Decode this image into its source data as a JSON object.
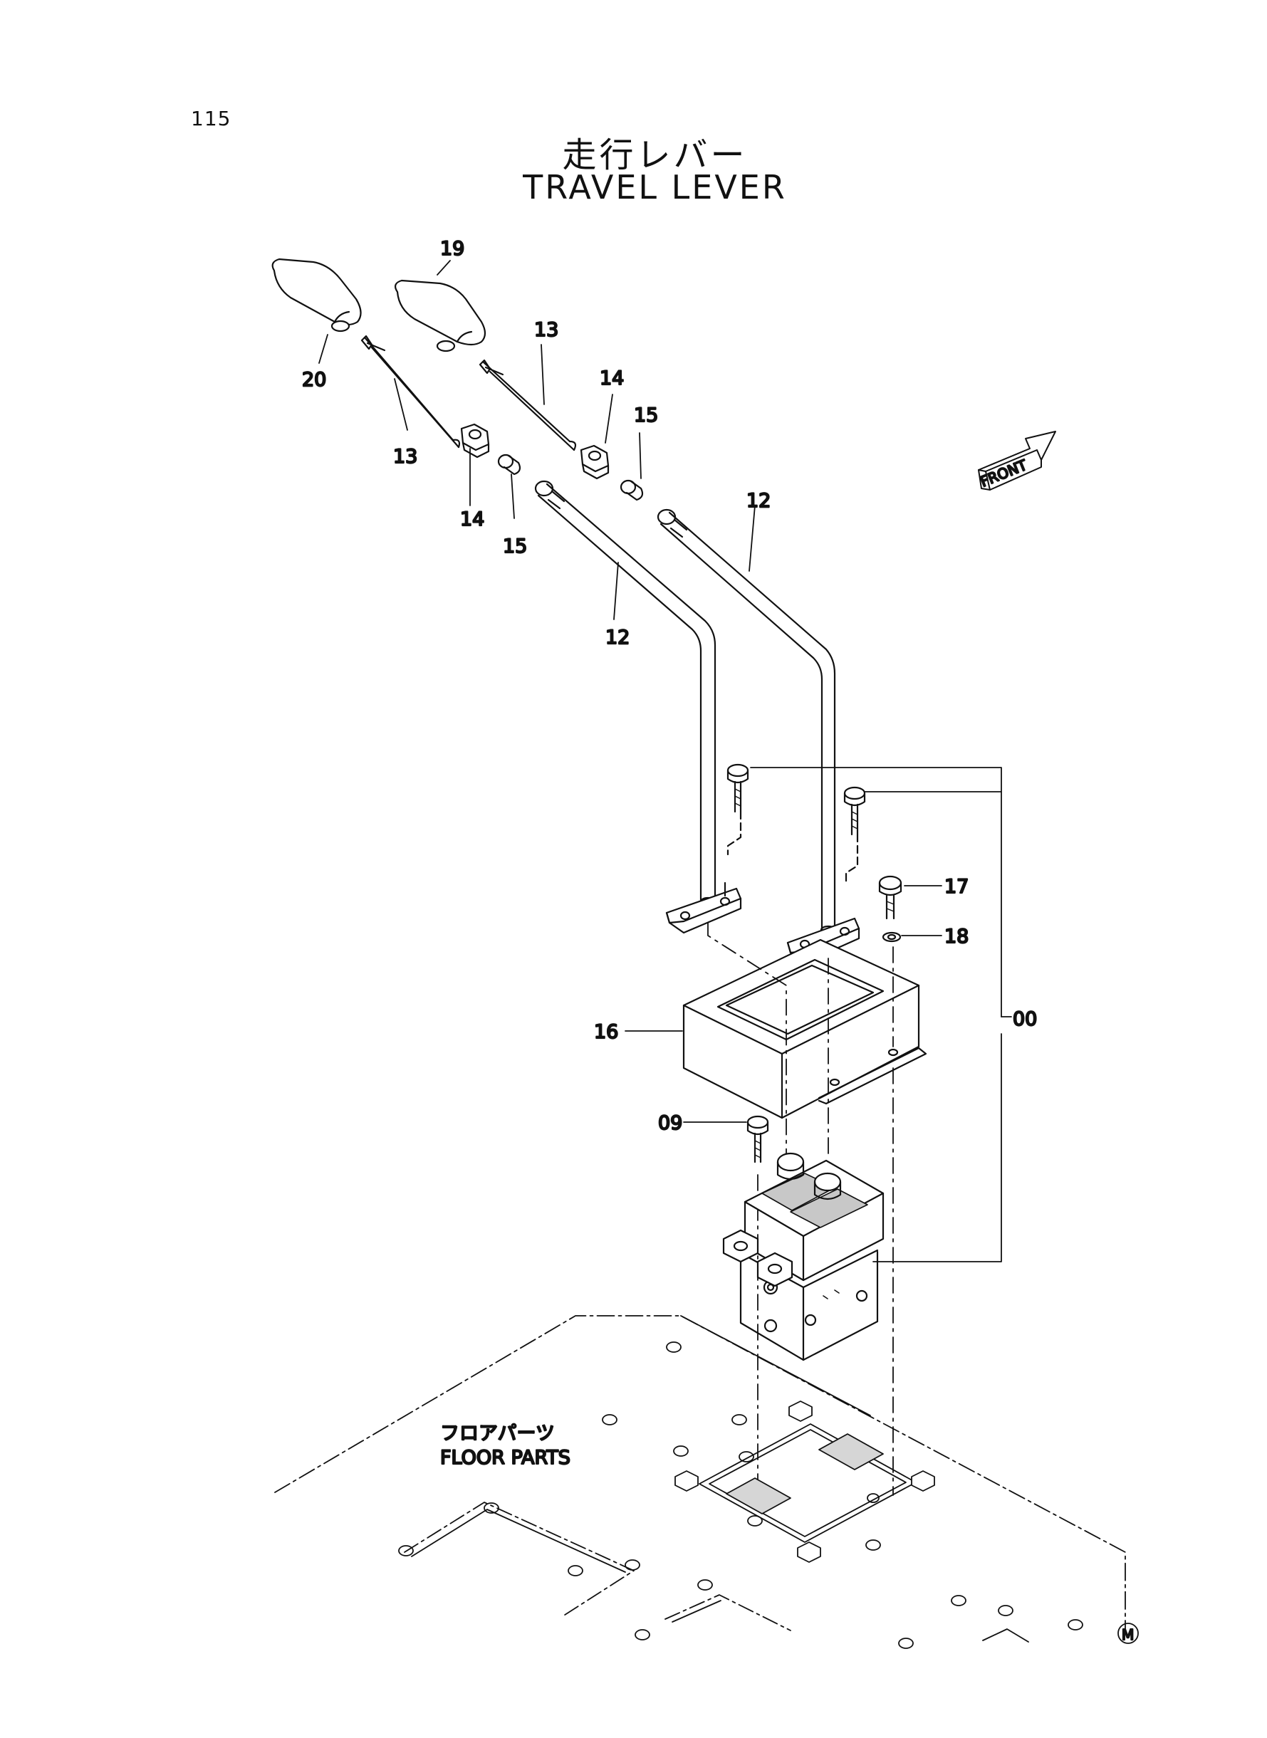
{
  "page": {
    "number": "115"
  },
  "title": {
    "japanese": "走行レバー",
    "english": "TRAVEL LEVER"
  },
  "front_marker": {
    "text": "FRONT",
    "icon": "front-arrow-icon"
  },
  "floor": {
    "japanese": "フロアパーツ",
    "english": "FLOOR PARTS"
  },
  "callouts": [
    {
      "id": "c19",
      "text": "19"
    },
    {
      "id": "c20",
      "text": "20"
    },
    {
      "id": "c13a",
      "text": "13"
    },
    {
      "id": "c13b",
      "text": "13"
    },
    {
      "id": "c14a",
      "text": "14"
    },
    {
      "id": "c14b",
      "text": "14"
    },
    {
      "id": "c15a",
      "text": "15"
    },
    {
      "id": "c15b",
      "text": "15"
    },
    {
      "id": "c12a",
      "text": "12"
    },
    {
      "id": "c12b",
      "text": "12"
    },
    {
      "id": "c17",
      "text": "17"
    },
    {
      "id": "c18",
      "text": "18"
    },
    {
      "id": "c16",
      "text": "16"
    },
    {
      "id": "c00",
      "text": "00"
    },
    {
      "id": "c09",
      "text": "09"
    }
  ],
  "corner_mark": {
    "text": "M"
  }
}
